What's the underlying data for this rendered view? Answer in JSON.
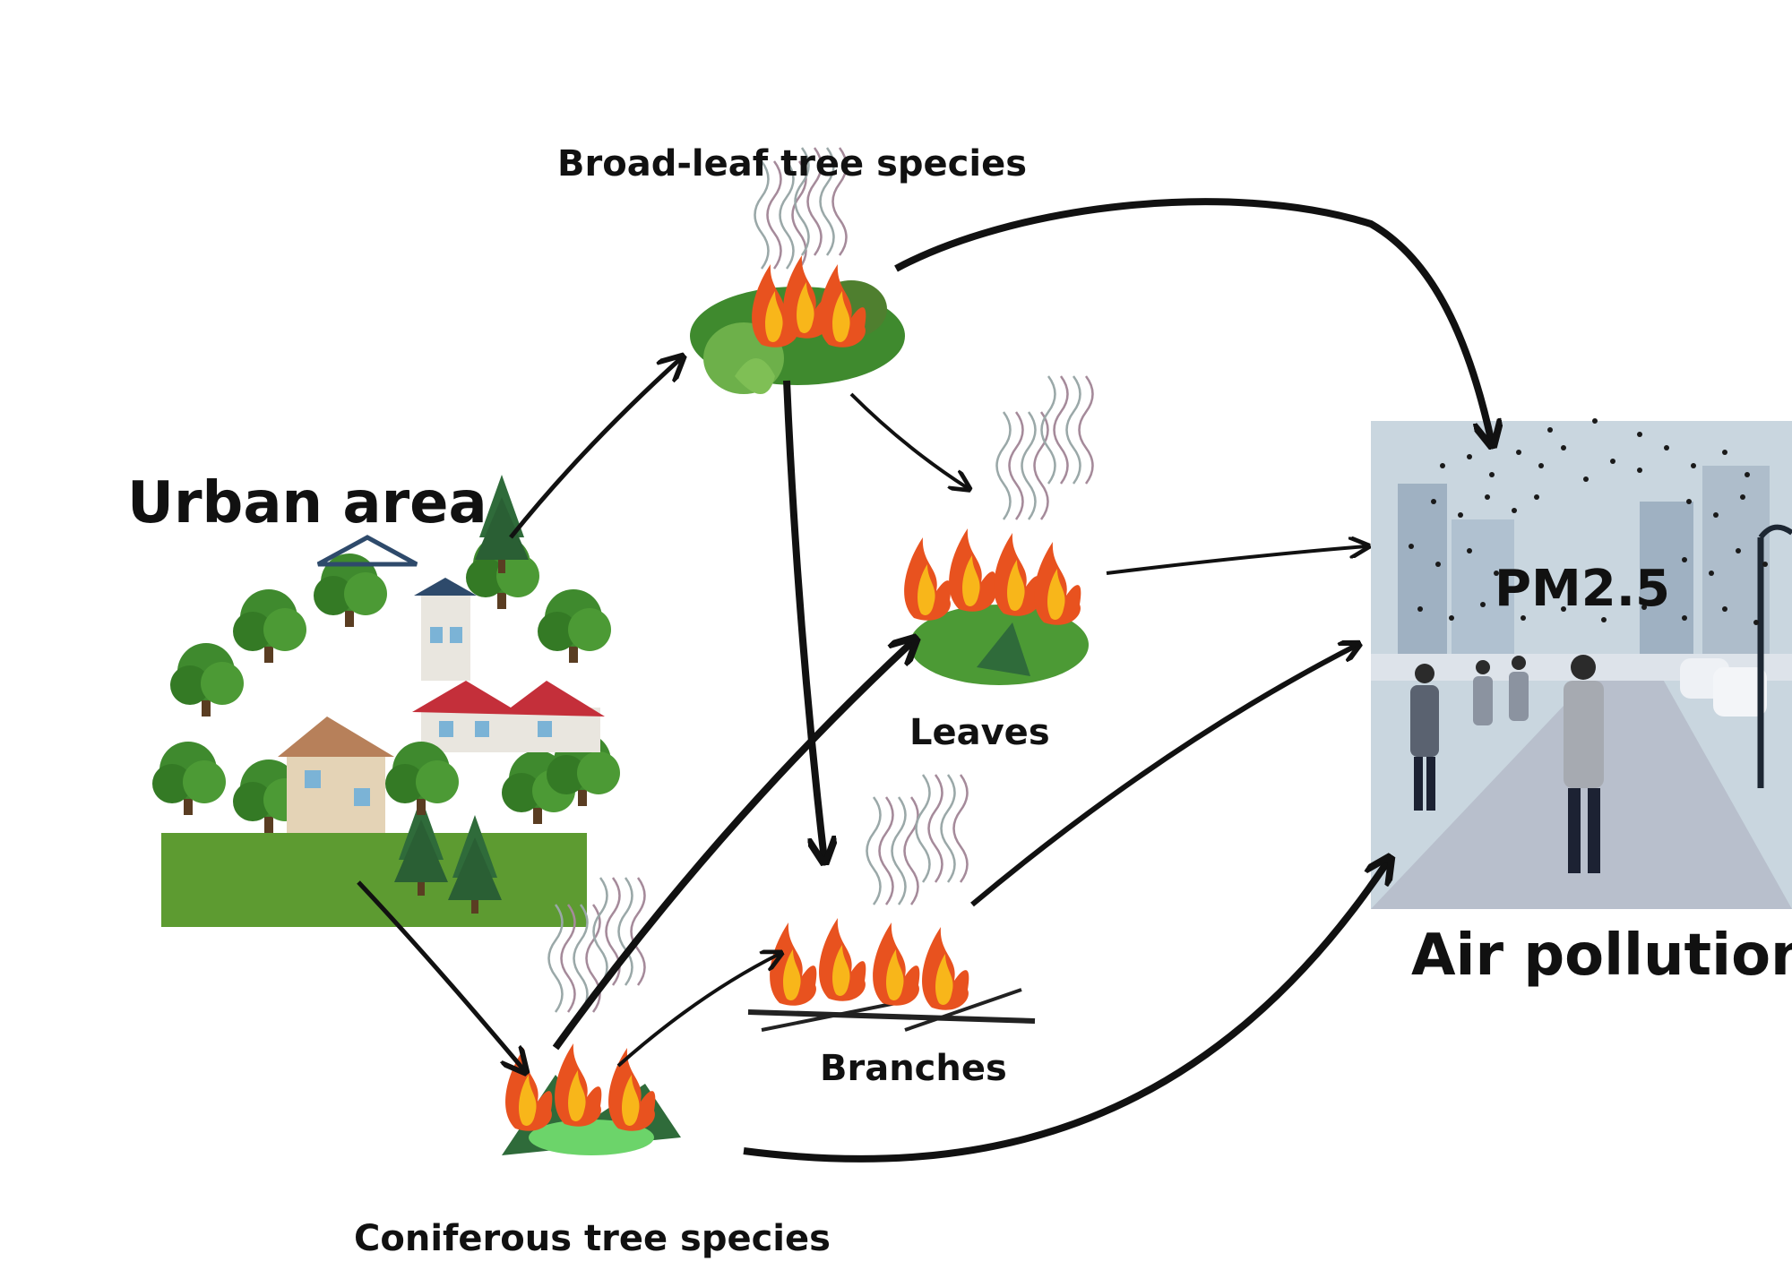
{
  "labels": {
    "urban_area": "Urban area",
    "broad_leaf": "Broad-leaf tree species",
    "leaves": "Leaves",
    "coniferous": "Coniferous tree species",
    "branches": "Branches",
    "pm25": "PM2.5",
    "air_pollution": "Air pollution"
  },
  "icons": {
    "urban": "urban-area-illustration",
    "broadleaf": "burning-broadleaf-icon",
    "leaves": "burning-leaves-icon",
    "branches": "burning-branches-icon",
    "coniferous": "burning-conifer-icon",
    "city": "polluted-city-illustration"
  },
  "colors": {
    "flame_outer": "#e8521f",
    "flame_inner": "#f8b61a",
    "foliage": "#3f8a2e",
    "smoke": "#9aa8a8",
    "city_sky": "#c9d6df",
    "arrow": "#111111"
  }
}
